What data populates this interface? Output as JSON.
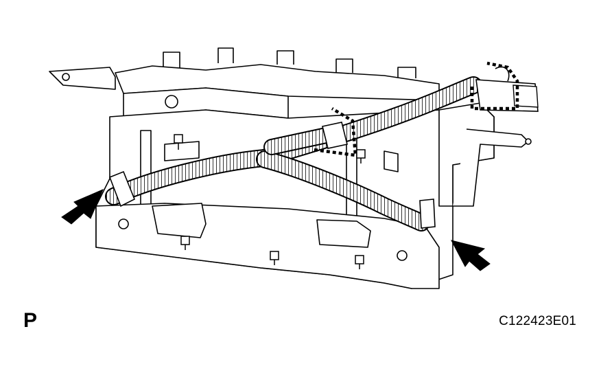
{
  "view_marker": "P",
  "figure_code": "C122423E01",
  "colors": {
    "ink": "#000000",
    "paper": "#ffffff"
  },
  "callouts": [
    {
      "name": "arrow-left",
      "icon": "pointing-arrow-icon"
    },
    {
      "name": "arrow-right",
      "icon": "pointing-arrow-icon"
    }
  ]
}
